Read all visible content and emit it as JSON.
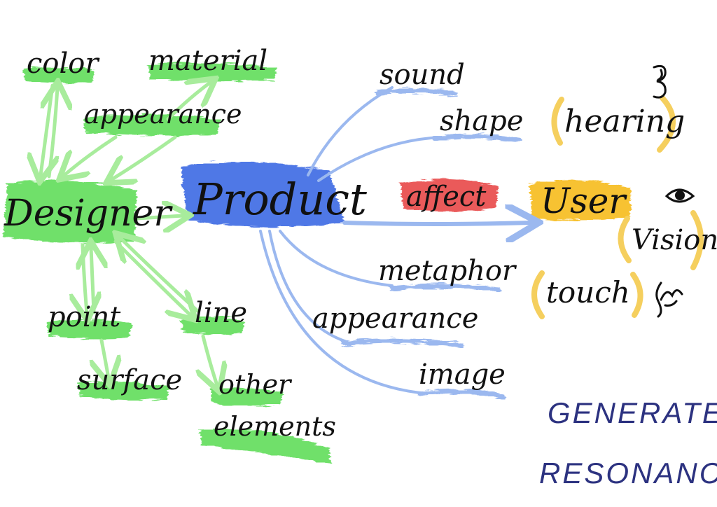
{
  "colors": {
    "designer_highlight": "#6fe06a",
    "product_highlight": "#4f78e6",
    "affect_highlight": "#ea5a5a",
    "user_highlight": "#f7c233",
    "sense_bracket": "#f5cf5e",
    "green_arrow": "#a8ec9c",
    "blue_arrow": "#9bb8ef",
    "ink": "#111111",
    "title_ink": "#2c3280"
  },
  "nodes": {
    "designer": "Designer",
    "product": "Product",
    "user": "User",
    "affect": "affect"
  },
  "designer_elements": {
    "color": "color",
    "material": "material",
    "appearance": "appearance",
    "point": "point",
    "line": "line",
    "surface": "surface",
    "other_elements_line1": "other",
    "other_elements_line2": "elements"
  },
  "product_branches": {
    "sound": "sound",
    "shape": "shape",
    "metaphor": "metaphor",
    "appearance": "appearance",
    "image": "image"
  },
  "senses": {
    "hearing": "hearing",
    "vision": "Vision",
    "touch": "touch"
  },
  "icons": {
    "ear": "ear-icon",
    "eye": "eye-icon",
    "hand": "hand-icon"
  },
  "conclusion": {
    "line1": "GENERATE",
    "line2": "RESONANCE"
  }
}
